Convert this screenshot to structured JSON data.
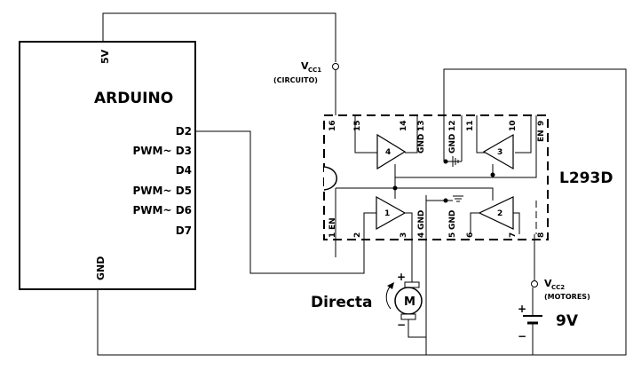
{
  "arduino": {
    "title": "ARDUINO",
    "pin_5v": "5V",
    "pin_gnd": "GND",
    "pins": [
      "D2",
      "PWM~ D3",
      "D4",
      "PWM~ D5",
      "PWM~ D6",
      "D7"
    ]
  },
  "chip": {
    "title": "L293D",
    "top_pins": [
      {
        "num": "16",
        "label": ""
      },
      {
        "num": "15",
        "label": ""
      },
      {
        "num": "14",
        "label": ""
      },
      {
        "num": "13",
        "label": "GND"
      },
      {
        "num": "12",
        "label": "GND"
      },
      {
        "num": "11",
        "label": ""
      },
      {
        "num": "10",
        "label": ""
      },
      {
        "num": "9",
        "label": "EN"
      }
    ],
    "bottom_pins": [
      {
        "num": "1",
        "label": "EN"
      },
      {
        "num": "2",
        "label": ""
      },
      {
        "num": "3",
        "label": ""
      },
      {
        "num": "4",
        "label": "GND"
      },
      {
        "num": "5",
        "label": "GND"
      },
      {
        "num": "6",
        "label": ""
      },
      {
        "num": "7",
        "label": ""
      },
      {
        "num": "8",
        "label": ""
      }
    ],
    "drivers": [
      "1",
      "2",
      "3",
      "4"
    ]
  },
  "vcc1": {
    "name": "V",
    "sub": "CC1",
    "desc": "(CIRCUITO)"
  },
  "vcc2": {
    "name": "V",
    "sub": "CC2",
    "desc": "(MOTORES)"
  },
  "motor": {
    "symbol": "M",
    "plus": "+",
    "minus": "−",
    "direction": "Directa"
  },
  "battery": {
    "voltage": "9V",
    "plus": "+",
    "minus": "−"
  }
}
